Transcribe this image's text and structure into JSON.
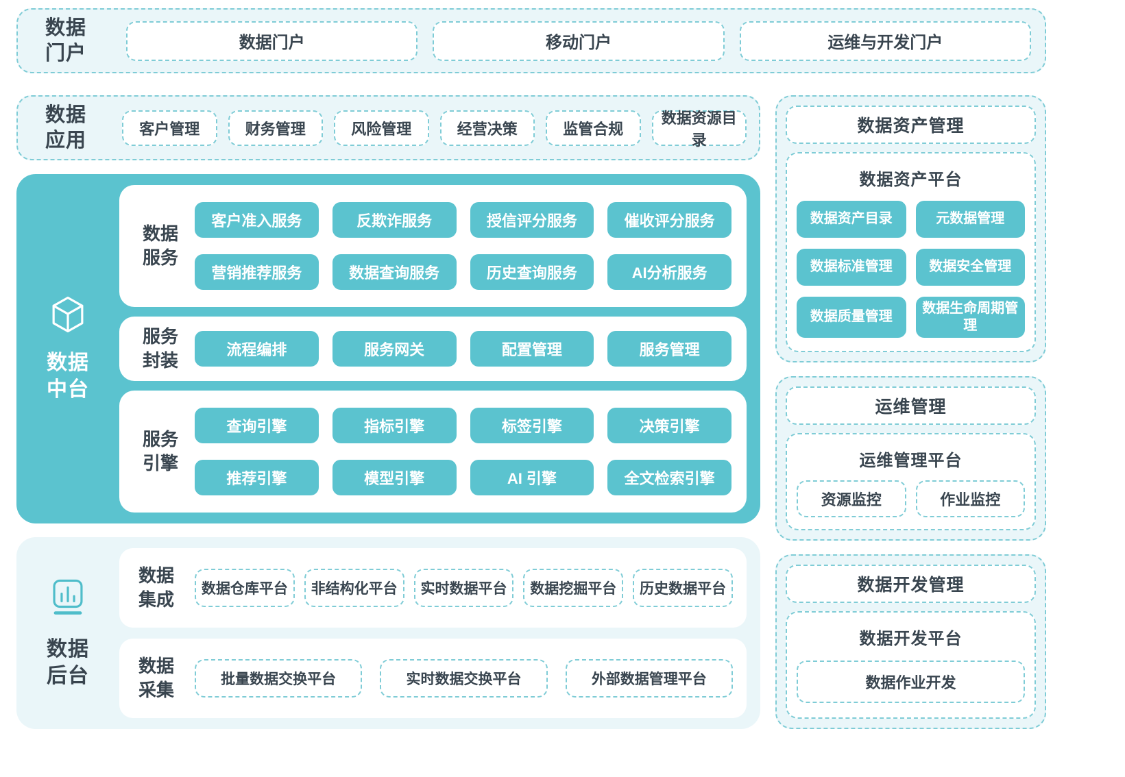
{
  "colors": {
    "teal": "#5bc3cf",
    "panel_bg": "#eaf6f9",
    "dash_border": "#7fccd6",
    "text_dark": "#39454f"
  },
  "portal": {
    "label_line1": "数据",
    "label_line2": "门户",
    "items": [
      "数据门户",
      "移动门户",
      "运维与开发门户"
    ]
  },
  "apps": {
    "label_line1": "数据",
    "label_line2": "应用",
    "items": [
      "客户管理",
      "财务管理",
      "风险管理",
      "经营决策",
      "监管合规",
      "数据资源目录"
    ]
  },
  "middleware": {
    "label_line1": "数据",
    "label_line2": "中台",
    "sections": [
      {
        "label_line1": "数据",
        "label_line2": "服务",
        "row1": [
          "客户准入服务",
          "反欺诈服务",
          "授信评分服务",
          "催收评分服务"
        ],
        "row2": [
          "营销推荐服务",
          "数据查询服务",
          "历史查询服务",
          "AI分析服务"
        ]
      },
      {
        "label_line1": "服务",
        "label_line2": "封装",
        "row1": [
          "流程编排",
          "服务网关",
          "配置管理",
          "服务管理"
        ]
      },
      {
        "label_line1": "服务",
        "label_line2": "引擎",
        "row1": [
          "查询引擎",
          "指标引擎",
          "标签引擎",
          "决策引擎"
        ],
        "row2": [
          "推荐引擎",
          "模型引擎",
          "AI 引擎",
          "全文检索引擎"
        ]
      }
    ]
  },
  "backend": {
    "label_line1": "数据",
    "label_line2": "后台",
    "sections": [
      {
        "label_line1": "数据",
        "label_line2": "集成",
        "items": [
          "数据仓库平台",
          "非结构化平台",
          "实时数据平台",
          "数据挖掘平台",
          "历史数据平台"
        ]
      },
      {
        "label_line1": "数据",
        "label_line2": "采集",
        "items": [
          "批量数据交换平台",
          "实时数据交换平台",
          "外部数据管理平台"
        ]
      }
    ]
  },
  "asset_management": {
    "title": "数据资产管理",
    "platform_title": "数据资产平台",
    "items": [
      "数据资产目录",
      "元数据管理",
      "数据标准管理",
      "数据安全管理",
      "数据质量管理",
      "数据生命周期管理"
    ]
  },
  "ops_management": {
    "title": "运维管理",
    "platform_title": "运维管理平台",
    "items": [
      "资源监控",
      "作业监控"
    ]
  },
  "dev_management": {
    "title": "数据开发管理",
    "platform_title": "数据开发平台",
    "items": [
      "数据作业开发"
    ]
  }
}
